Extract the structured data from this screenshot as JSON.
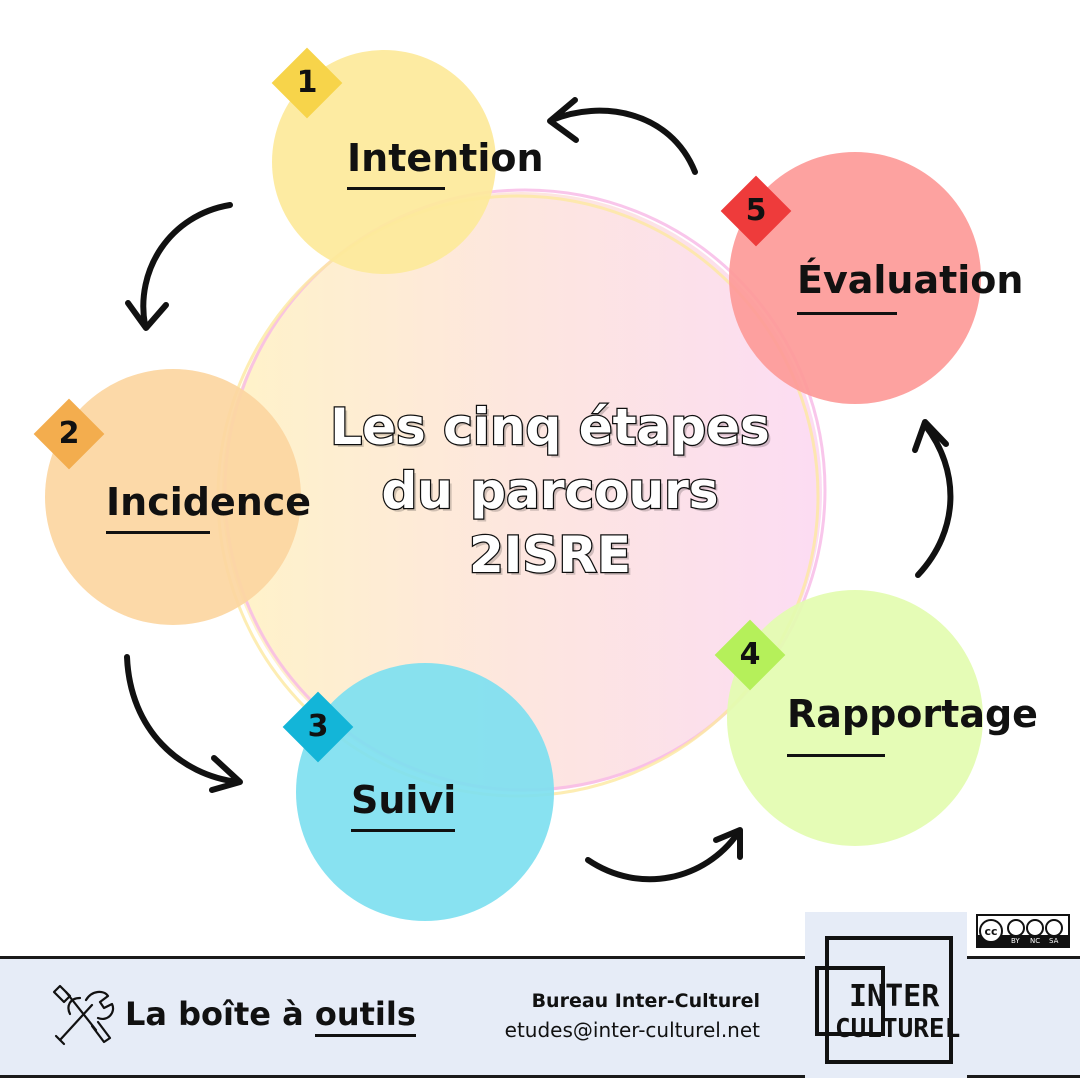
{
  "center_title": {
    "line1": "Les cinq étapes",
    "line2": "du parcours",
    "line3": "2ISRE"
  },
  "steps": [
    {
      "number": "1",
      "label": "Intention",
      "circle_color": "#fde99a",
      "badge_color": "#f7d44a"
    },
    {
      "number": "2",
      "label": "Incidence",
      "circle_color": "#fcd6a1",
      "badge_color": "#f3ad4e"
    },
    {
      "number": "3",
      "label": "Suivi",
      "circle_color": "#7ee0f0",
      "badge_color": "#13b5d8"
    },
    {
      "number": "4",
      "label": "Rapportage",
      "circle_color": "#e3fcb0",
      "badge_color": "#b5f05a"
    },
    {
      "number": "5",
      "label": "Évaluation",
      "circle_color": "#fd9a98",
      "badge_color": "#ee3b3b"
    }
  ],
  "footer": {
    "toolbox_prefix": "La boîte à ",
    "toolbox_highlight": "outils",
    "organization": "Bureau Inter-Culturel",
    "email": "etudes@inter-culturel.net",
    "logo_line1": "INTER",
    "logo_line2": "CULTUREL",
    "icons": {
      "toolbox": "tools-icon",
      "license": "creative-commons-by-nc-sa-icon"
    },
    "license_terms": [
      "BY",
      "NC",
      "SA"
    ]
  }
}
